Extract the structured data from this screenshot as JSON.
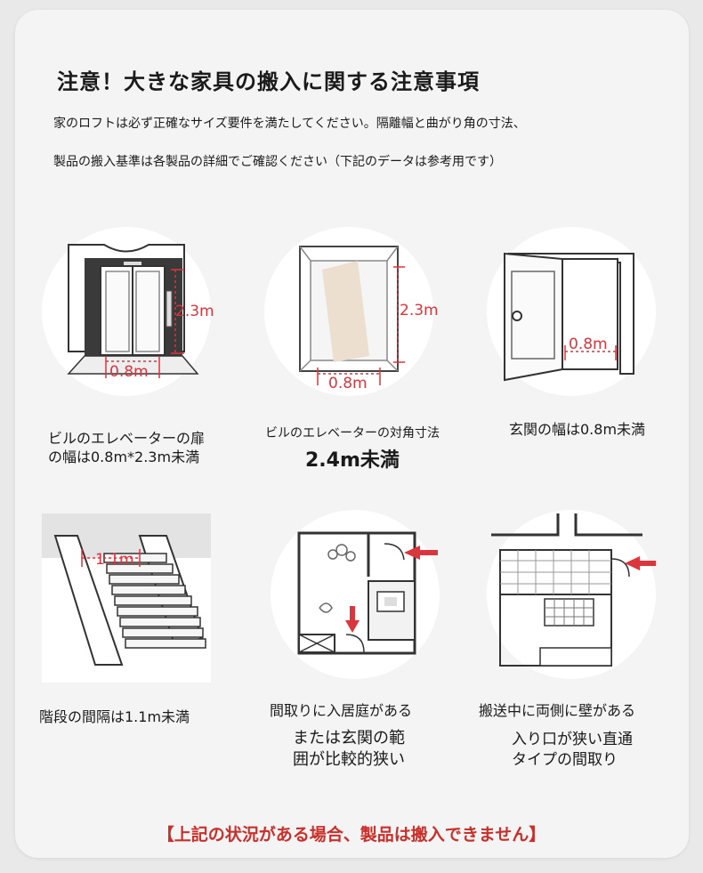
{
  "header": {
    "title": "注意！大きな家具の搬入に関する注意事項",
    "line1": "家のロフトは必ず正確なサイズ要件を満たしてください。隔離幅と曲がり角の寸法、",
    "line2": "製品の搬入基準は各製品の詳細でご確認ください（下記のデータは参考用です）"
  },
  "items": [
    {
      "illustration": "elevator-door-icon",
      "height_label": "2.3m",
      "width_label": "0.8m",
      "caption_line1": "ビルのエレベーターの扉",
      "caption_line2": "の幅は0.8m*2.3m未満"
    },
    {
      "illustration": "elevator-diagonal-icon",
      "height_label": "2.3m",
      "width_label": "0.8m",
      "caption_line1": "ビルのエレベーターの対角寸法",
      "caption_line2": "2.4m未満"
    },
    {
      "illustration": "entrance-door-icon",
      "width_label": "0.8m",
      "caption_line1": "玄関の幅は0.8m未満"
    },
    {
      "illustration": "staircase-icon",
      "width_label": "1.1m",
      "caption_line1": "階段の間隔は1.1m未満"
    },
    {
      "illustration": "floor-plan-courtyard-icon",
      "caption_line1": "間取りに入居庭がある",
      "caption_line2": "または玄関の範",
      "caption_line3": "囲が比較的狭い"
    },
    {
      "illustration": "narrow-entrance-plan-icon",
      "caption_line1": "搬送中に両側に壁がある",
      "caption_line2": "入り口が狭い直通",
      "caption_line3": "タイプの間取り"
    }
  ],
  "footer": {
    "warning": "【上記の状況がある場合、製品は搬入できません】"
  },
  "colors": {
    "accent_red": "#d9363e",
    "warning_red": "#c9302c",
    "background": "#f4f4f4"
  }
}
